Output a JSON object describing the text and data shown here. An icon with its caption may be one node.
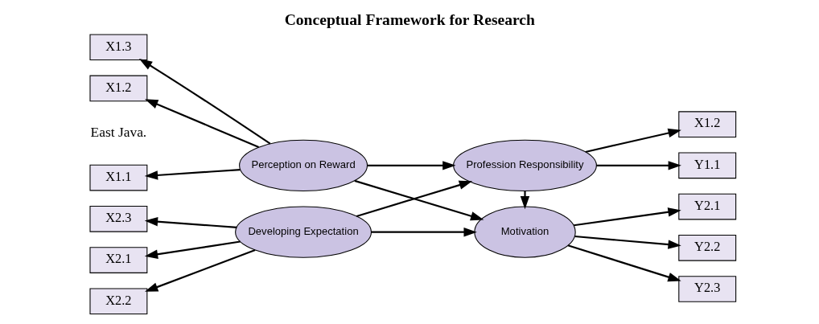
{
  "diagram": {
    "title": "Conceptual Framework for Research",
    "nodes": [
      {
        "text": [
          "Perception on Reward"
        ]
      },
      {
        "text": [
          "X1.1"
        ]
      },
      {
        "text": [
          "X1.2"
        ]
      },
      {
        "text": [
          "X1.3"
        ]
      },
      {
        "text": [
          "Developing Expectation"
        ]
      },
      {
        "text": [
          "X2.1"
        ]
      },
      {
        "text": [
          "X2.2"
        ]
      },
      {
        "text": [
          "X2.3"
        ]
      },
      {
        "text": [
          "Profession Responsibility"
        ]
      },
      {
        "text": [
          "Y1.1"
        ]
      },
      {
        "text": [
          "X1.2"
        ]
      },
      {
        "text": [
          "Motivation"
        ]
      },
      {
        "text": [
          "Y2.1"
        ]
      },
      {
        "text": [
          "Y2.2"
        ]
      },
      {
        "text": [
          "Y2.3"
        ]
      }
    ],
    "edges": [
      {
        "from": 0,
        "to": 1,
        "arrow": "to"
      },
      {
        "from": 0,
        "to": 2,
        "arrow": "to"
      },
      {
        "from": 0,
        "to": 3,
        "arrow": "to"
      },
      {
        "from": 4,
        "to": 5,
        "arrow": "to"
      },
      {
        "from": 4,
        "to": 6,
        "arrow": "to"
      },
      {
        "from": 4,
        "to": 7,
        "arrow": "to"
      },
      {
        "from": 0,
        "to": 8,
        "arrow": "to"
      },
      {
        "from": 0,
        "to": 11,
        "arrow": "to"
      },
      {
        "from": 4,
        "to": 8,
        "arrow": "to"
      },
      {
        "from": 4,
        "to": 11,
        "arrow": "to"
      },
      {
        "from": 8,
        "to": 9,
        "arrow": "to"
      },
      {
        "from": 8,
        "to": 10,
        "arrow": "to"
      },
      {
        "from": 8,
        "to": 11,
        "arrow": "to"
      },
      {
        "from": 11,
        "to": 12,
        "arrow": "to"
      },
      {
        "from": 11,
        "to": 13,
        "arrow": "to"
      },
      {
        "from": 11,
        "to": 14,
        "arrow": "to"
      }
    ],
    "labels": [
      "East Java."
    ]
  }
}
